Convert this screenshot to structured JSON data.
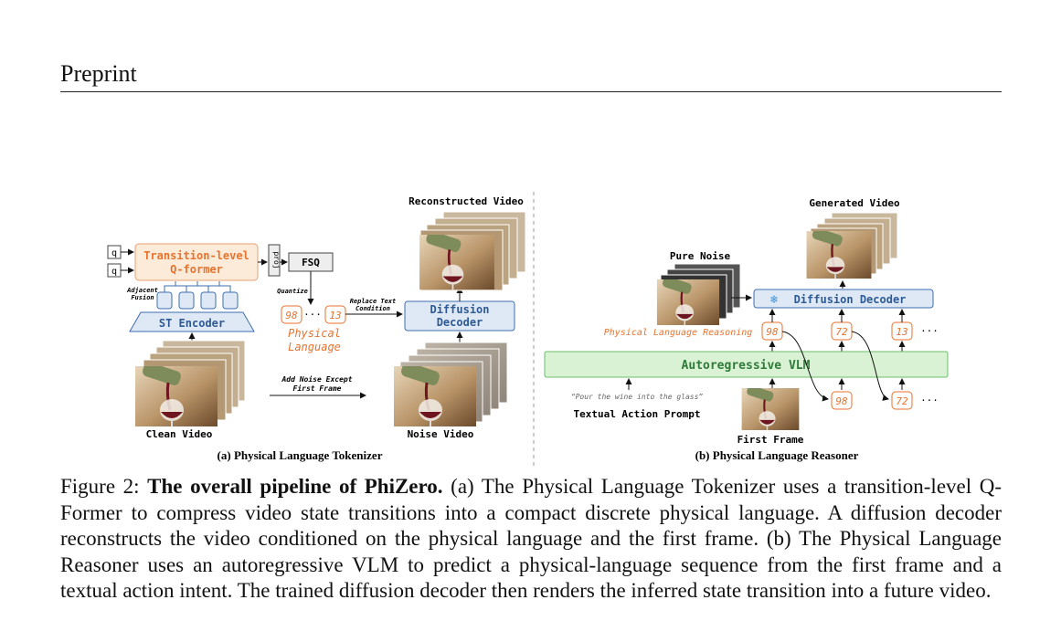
{
  "header": {
    "title": "Preprint"
  },
  "figure": {
    "left_panel": {
      "query_token": "q",
      "qformer_line1": "Transition-level",
      "qformer_line2": "Q-former",
      "proj": "proj",
      "fsq": "FSQ",
      "adjacent_fusion_line1": "Adjacent",
      "adjacent_fusion_line2": "Fusion",
      "st_encoder": "ST Encoder",
      "quantize": "Quantize",
      "token_a": "98",
      "ellipsis": "···",
      "token_b": "13",
      "physical_language_line1": "Physical",
      "physical_language_line2": "Language",
      "replace_text_line1": "Replace Text",
      "replace_text_line2": "Condition",
      "diffusion_decoder_line1": "Diffusion",
      "diffusion_decoder_line2": "Decoder",
      "reconstructed_video": "Reconstructed Video",
      "add_noise_line1": "Add Noise Except",
      "add_noise_line2": "First Frame",
      "clean_video": "Clean Video",
      "noise_video": "Noise Video",
      "subcaption": "(a) Physical Language Tokenizer"
    },
    "right_panel": {
      "generated_video": "Generated Video",
      "pure_noise": "Pure Noise",
      "diffusion_decoder": "Diffusion Decoder",
      "snowflake_icon": "❄",
      "physical_language_reasoning": "Physical Language Reasoning",
      "token_98": "98",
      "token_72": "72",
      "token_13": "13",
      "ellipsis": "···",
      "autoregressive_vlm": "Autoregressive VLM",
      "prompt_quote": "“Pour the wine into the glass”",
      "textual_action_prompt": "Textual Action Prompt",
      "first_frame": "First Frame",
      "subcaption": "(b) Physical Language Reasoner"
    }
  },
  "caption": {
    "label": "Figure 2:",
    "title": "The overall pipeline of PhiZero.",
    "body": " (a) The Physical Language Tokenizer uses a transition-level Q-Former to compress video state transitions into a compact discrete physical language. A diffusion decoder reconstructs the video conditioned on the physical language and the first frame. (b) The Physical Language Reasoner uses an autoregressive VLM to predict a physical-language sequence from the first frame and a textual action intent. The trained diffusion decoder then renders the inferred state transition into a future video."
  },
  "colors": {
    "orange": "#e8722c",
    "orange_fill": "#fdebd9",
    "blue": "#3c6fb0",
    "blue_fill": "#dfe9f6",
    "green": "#2f7a3a",
    "green_fill": "#d9f2d3"
  }
}
